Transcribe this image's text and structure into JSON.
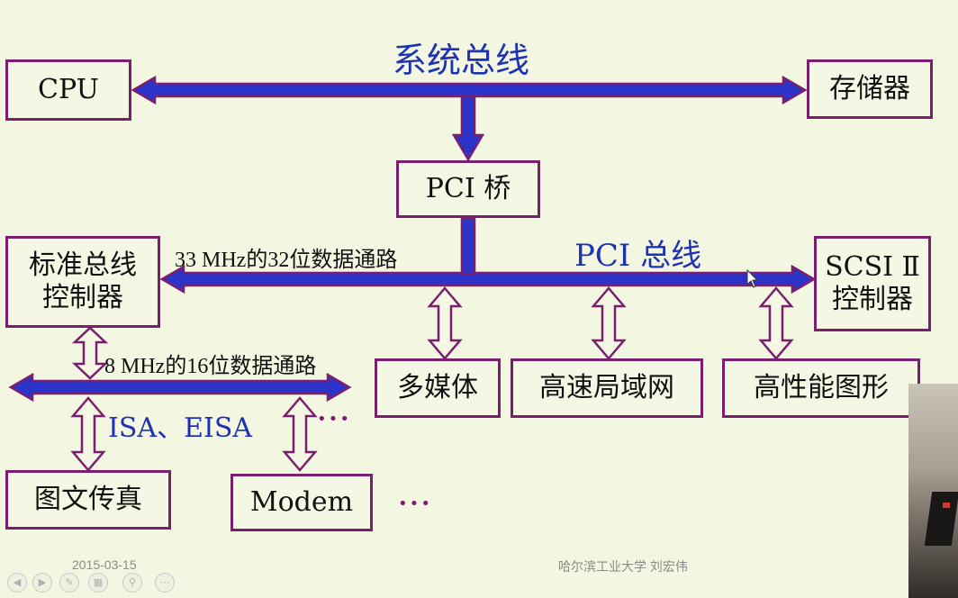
{
  "titles": {
    "system_bus": "系统总线",
    "pci_bus": "PCI 总线",
    "isa_eisa": "ISA、EISA"
  },
  "labels": {
    "path_33": "33 MHz的32位数据通路",
    "path_8": "8 MHz的16位数据通路",
    "ellipsis_isa": "···",
    "ellipsis_modem": "···"
  },
  "boxes": {
    "cpu": "CPU",
    "memory": "存储器",
    "pci_bridge": "PCI 桥",
    "std_bus_ctrl_line1": "标准总线",
    "std_bus_ctrl_line2": "控制器",
    "scsi_line1": "SCSI Ⅱ",
    "scsi_line2": "控制器",
    "multimedia": "多媒体",
    "high_speed_lan": "高速局域网",
    "high_perf_graphics": "高性能图形",
    "fax": "图文传真",
    "modem": "Modem"
  },
  "footer": {
    "date": "2015-03-15",
    "credit": "哈尔滨工业大学   刘宏伟"
  },
  "colors": {
    "bus_fill": "#2b33c9",
    "arrow_outline": "#7a1e6e",
    "box_border": "#7a1e6e",
    "label_blue": "#1d33b4",
    "background": "#f3f6e1"
  },
  "player_controls": [
    "prev-icon",
    "next-icon",
    "pen-icon",
    "slides-icon",
    "zoom-icon",
    "more-icon"
  ]
}
